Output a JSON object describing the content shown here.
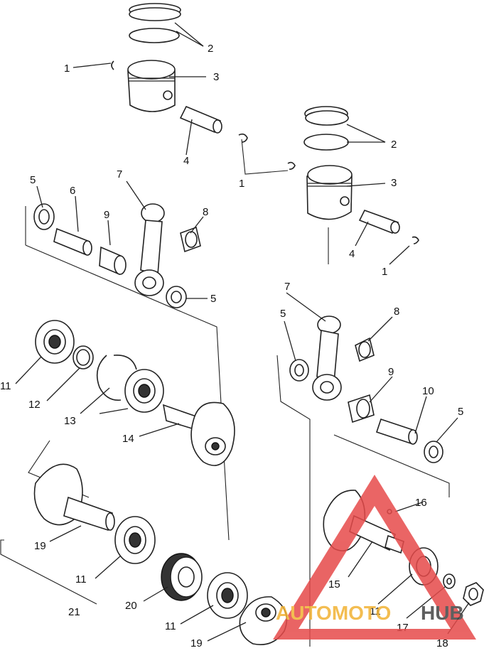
{
  "callouts": {
    "c1a": "1",
    "c1b": "1",
    "c1c": "1",
    "c2a": "2",
    "c2b": "2",
    "c3a": "3",
    "c3b": "3",
    "c4a": "4",
    "c4b": "4",
    "c5a": "5",
    "c5b": "5",
    "c5c": "5",
    "c5d": "5",
    "c6": "6",
    "c7a": "7",
    "c7b": "7",
    "c8a": "8",
    "c8b": "8",
    "c9a": "9",
    "c9b": "9",
    "c10": "10",
    "c11a": "11",
    "c11b": "11",
    "c11c": "11",
    "c11d": "11",
    "c12": "12",
    "c13": "13",
    "c14": "14",
    "c15": "15",
    "c16": "16",
    "c17": "17",
    "c18": "18",
    "c19a": "19",
    "c19b": "19",
    "c20": "20",
    "c21": "21"
  },
  "watermark": {
    "part1": "AUTOMOTO",
    "part2": "HUB",
    "color_primary": "#e64a4a",
    "color_secondary": "#f2b233",
    "color_dark": "#444444"
  }
}
